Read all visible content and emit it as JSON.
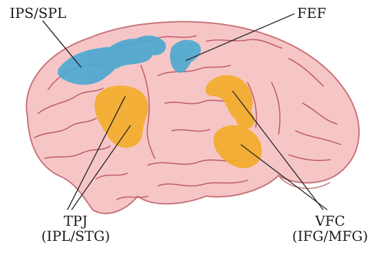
{
  "labels": {
    "ips_spl": "IPS/SPL",
    "fef": "FEF",
    "tpj": "TPJ",
    "tpj_sub": "(IPL/STG)",
    "vfc": "VFC",
    "vfc_sub": "(IFG/MFG)"
  },
  "colors": {
    "brain_fill": "#f6c6c7",
    "brain_stroke": "#c77378",
    "sulcus": "#bf5e66",
    "dorsal_network": "#4aa8d2",
    "ventral_network": "#f2ad2a",
    "leader_line": "#2a2a2a"
  }
}
